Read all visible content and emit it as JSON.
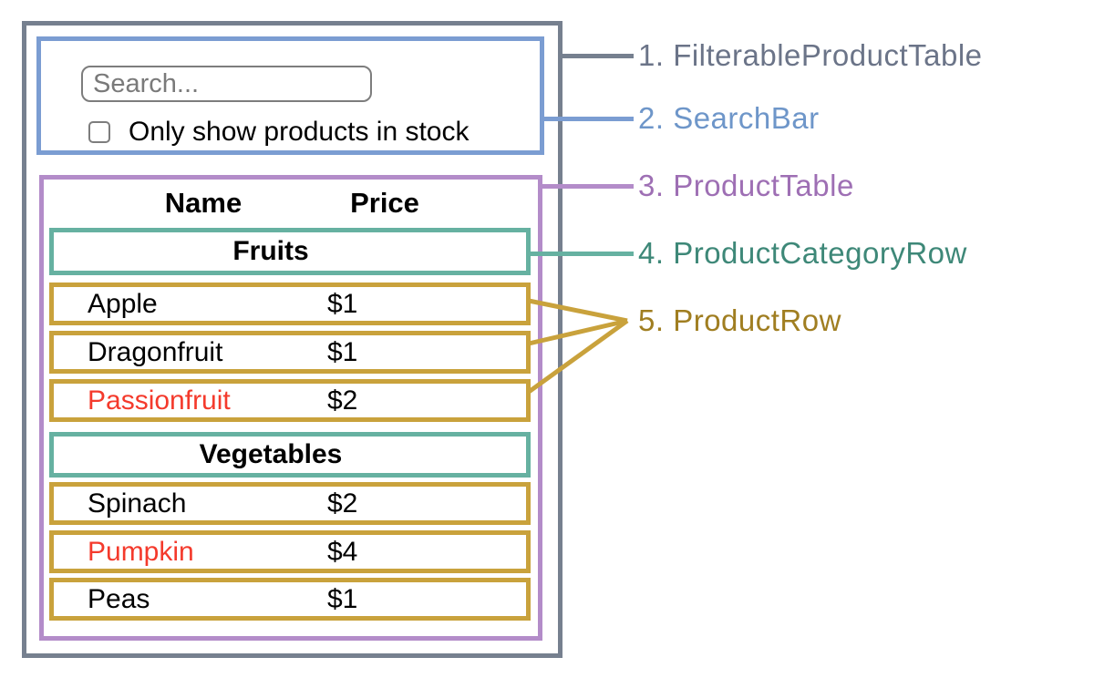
{
  "search_bar": {
    "placeholder": "Search...",
    "checkbox_label": "Only show products in stock",
    "checkbox_checked": false
  },
  "table": {
    "headers": {
      "name": "Name",
      "price": "Price"
    },
    "sections": [
      {
        "category": "Fruits",
        "rows": [
          {
            "name": "Apple",
            "price": "$1",
            "name_color": "#000000"
          },
          {
            "name": "Dragonfruit",
            "price": "$1",
            "name_color": "#000000"
          },
          {
            "name": "Passionfruit",
            "price": "$2",
            "name_color": "#F43A2C"
          }
        ]
      },
      {
        "category": "Vegetables",
        "rows": [
          {
            "name": "Spinach",
            "price": "$2",
            "name_color": "#000000"
          },
          {
            "name": "Pumpkin",
            "price": "$4",
            "name_color": "#F43A2C"
          },
          {
            "name": "Peas",
            "price": "$1",
            "name_color": "#000000"
          }
        ]
      }
    ]
  },
  "legend": {
    "items": [
      {
        "label": "1. FilterableProductTable",
        "color": "#6B7488"
      },
      {
        "label": "2. SearchBar",
        "color": "#6E96C9"
      },
      {
        "label": "3. ProductTable",
        "color": "#9E6FB4"
      },
      {
        "label": "4. ProductCategoryRow",
        "color": "#3E8878"
      },
      {
        "label": "5. ProductRow",
        "color": "#A07E21"
      }
    ]
  },
  "colors": {
    "slate": "#76808F",
    "blue": "#7B9DD2",
    "purple": "#B38CC9",
    "teal": "#66B1A1",
    "gold": "#C9A23C",
    "red": "#F43A2C",
    "inputgray": "#7D7D7D",
    "placeholder": "#7A7A7A"
  }
}
